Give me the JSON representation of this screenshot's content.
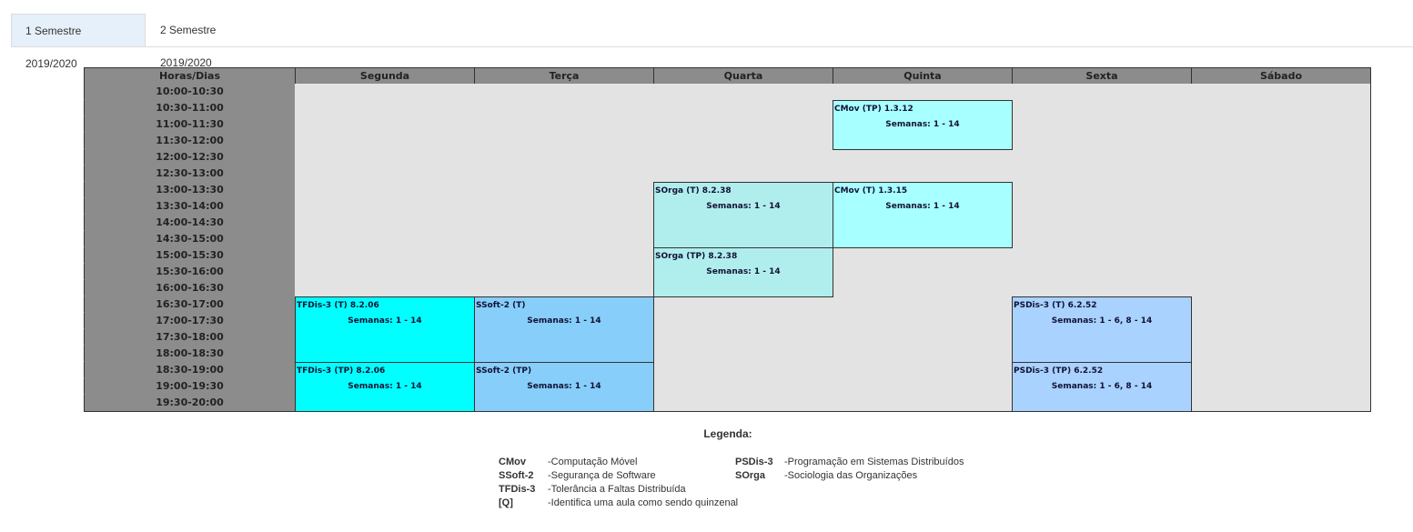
{
  "tabs": [
    {
      "label": "1 Semestre 2019/2020",
      "active": true
    },
    {
      "label": "2 Semestre 2019/2020",
      "active": false
    }
  ],
  "schedule": {
    "header": [
      "Horas/Dias",
      "Segunda",
      "Terça",
      "Quarta",
      "Quinta",
      "Sexta",
      "Sábado"
    ],
    "hours": [
      "10:00-10:30",
      "10:30-11:00",
      "11:00-11:30",
      "11:30-12:00",
      "12:00-12:30",
      "12:30-13:00",
      "13:00-13:30",
      "13:30-14:00",
      "14:00-14:30",
      "14:30-15:00",
      "15:00-15:30",
      "15:30-16:00",
      "16:00-16:30",
      "16:30-17:00",
      "17:00-17:30",
      "17:30-18:00",
      "18:00-18:30",
      "18:30-19:00",
      "19:00-19:30",
      "19:30-20:00"
    ],
    "classes": [
      {
        "day": 4,
        "start": 1,
        "span": 3,
        "title": "CMov  (TP) 1.3.12",
        "weeks": "Semanas:  1 - 14",
        "color": "#a8ffff"
      },
      {
        "day": 3,
        "start": 6,
        "span": 4,
        "title": "SOrga  (T) 8.2.38",
        "weeks": "Semanas:  1 - 14",
        "color": "#b0eeee"
      },
      {
        "day": 4,
        "start": 6,
        "span": 4,
        "title": "CMov  (T) 1.3.15",
        "weeks": "Semanas:  1 - 14",
        "color": "#a8ffff"
      },
      {
        "day": 3,
        "start": 10,
        "span": 3,
        "title": "SOrga  (TP) 8.2.38",
        "weeks": "Semanas:  1 - 14",
        "color": "#b0eeee"
      },
      {
        "day": 1,
        "start": 13,
        "span": 4,
        "title": "TFDis-3  (T) 8.2.06",
        "weeks": "Semanas:  1 - 14",
        "color": "#00ffff"
      },
      {
        "day": 2,
        "start": 13,
        "span": 4,
        "title": "SSoft-2  (T)",
        "weeks": "Semanas:  1 - 14",
        "color": "#87cefa"
      },
      {
        "day": 5,
        "start": 13,
        "span": 4,
        "title": "PSDis-3  (T) 6.2.52",
        "weeks": "Semanas:  1 - 6, 8 - 14",
        "color": "#a9d2ff"
      },
      {
        "day": 1,
        "start": 17,
        "span": 3,
        "title": "TFDis-3  (TP) 8.2.06",
        "weeks": "Semanas:  1 - 14",
        "color": "#00ffff"
      },
      {
        "day": 2,
        "start": 17,
        "span": 3,
        "title": "SSoft-2  (TP)",
        "weeks": "Semanas:  1 - 14",
        "color": "#87cefa"
      },
      {
        "day": 5,
        "start": 17,
        "span": 3,
        "title": "PSDis-3  (TP) 6.2.52",
        "weeks": "Semanas:  1 - 6, 8 - 14",
        "color": "#a9d2ff"
      }
    ]
  },
  "legend": {
    "title": "Legenda:",
    "left": [
      {
        "code": "CMov",
        "desc": "-Computação Móvel"
      },
      {
        "code": "SSoft-2",
        "desc": "-Segurança de Software"
      },
      {
        "code": "TFDis-3",
        "desc": "-Tolerância a Faltas Distribuída"
      },
      {
        "code": "[Q]",
        "desc": "-Identifica uma aula como sendo quinzenal"
      }
    ],
    "right": [
      {
        "code": "PSDis-3",
        "desc": "-Programação em Sistemas Distribuídos"
      },
      {
        "code": "SOrga",
        "desc": "-Sociologia das Organizações"
      }
    ]
  }
}
